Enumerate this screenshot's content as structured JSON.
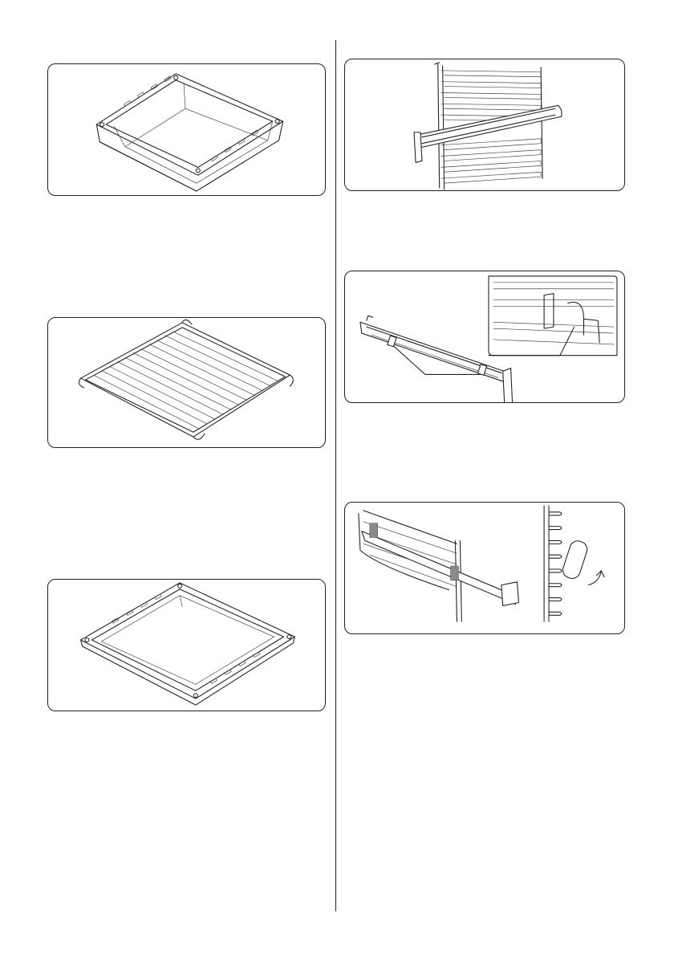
{
  "page": {
    "background": "#ffffff",
    "line_color": "#222222",
    "illustrations": [
      {
        "id": "deep-baking-tray",
        "icon": "deep-tray-illustration"
      },
      {
        "id": "wire-shelf",
        "icon": "wire-rack-illustration"
      },
      {
        "id": "shallow-baking-tray",
        "icon": "shallow-tray-illustration"
      },
      {
        "id": "telescopic-runner-on-shelf-support",
        "icon": "telescopic-runner-illustration"
      },
      {
        "id": "telescopic-runner-clip-detail",
        "icon": "runner-clip-detail-illustration"
      },
      {
        "id": "telescopic-runner-installation",
        "icon": "runner-installation-illustration"
      }
    ]
  }
}
